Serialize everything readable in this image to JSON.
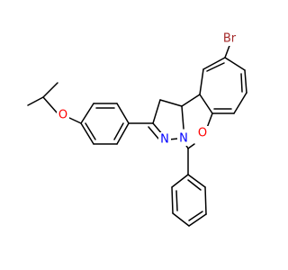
{
  "molecule": {
    "atoms": {
      "br": {
        "label": "Br",
        "color": "#a52a2a"
      },
      "o_ether": {
        "label": "O",
        "color": "#ff0000"
      },
      "o_ring": {
        "label": "O",
        "color": "#ff0000"
      },
      "n_imine": {
        "label": "N",
        "color": "#0000ff"
      },
      "n_ring": {
        "label": "N",
        "color": "#0000ff"
      }
    },
    "bond_color": "#000000"
  }
}
